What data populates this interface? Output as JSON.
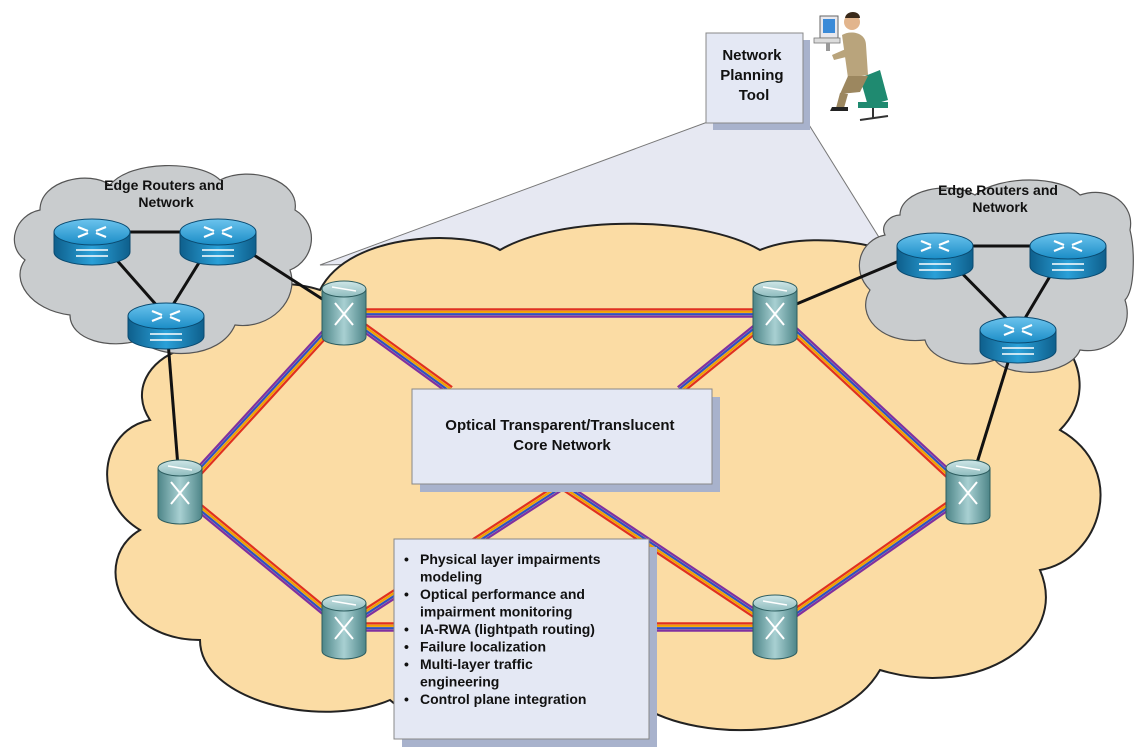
{
  "planning_tool": {
    "label_lines": [
      "Network",
      "Planning",
      "Tool"
    ],
    "icon": "user-at-computer-icon"
  },
  "edge_left": {
    "title_lines": [
      "Edge Routers and",
      "Network"
    ],
    "router_icon": "router-icon",
    "router_count": 3
  },
  "edge_right": {
    "title_lines": [
      "Edge Routers and",
      "Network"
    ],
    "router_icon": "router-icon",
    "router_count": 3
  },
  "core": {
    "label_lines": [
      "Optical Transparent/Translucent",
      "Core Network"
    ],
    "node_icon": "optical-cross-connect-icon",
    "node_count": 6
  },
  "bullets": {
    "bullet_glyph": "•",
    "items": [
      [
        "Physical layer impairments",
        "modeling"
      ],
      [
        "Optical performance and",
        "impairment monitoring"
      ],
      [
        "IA-RWA (lightpath routing)"
      ],
      [
        "Failure localization"
      ],
      [
        "Multi-layer traffic",
        "engineering"
      ],
      [
        "Control plane integration"
      ]
    ]
  },
  "colors": {
    "core_cloud_fill": "#fbdca4",
    "core_cloud_stroke": "#222222",
    "edge_cloud_fill": "#c9ccce",
    "router_blue": "#1a8cc6",
    "node_teal": "#6ea5a8",
    "box_fill": "#e4e8f4",
    "box_shadow": "#a8b2cc",
    "wavelength_colors": [
      "#e03020",
      "#f0a000",
      "#3050c0",
      "#8030a0"
    ]
  }
}
